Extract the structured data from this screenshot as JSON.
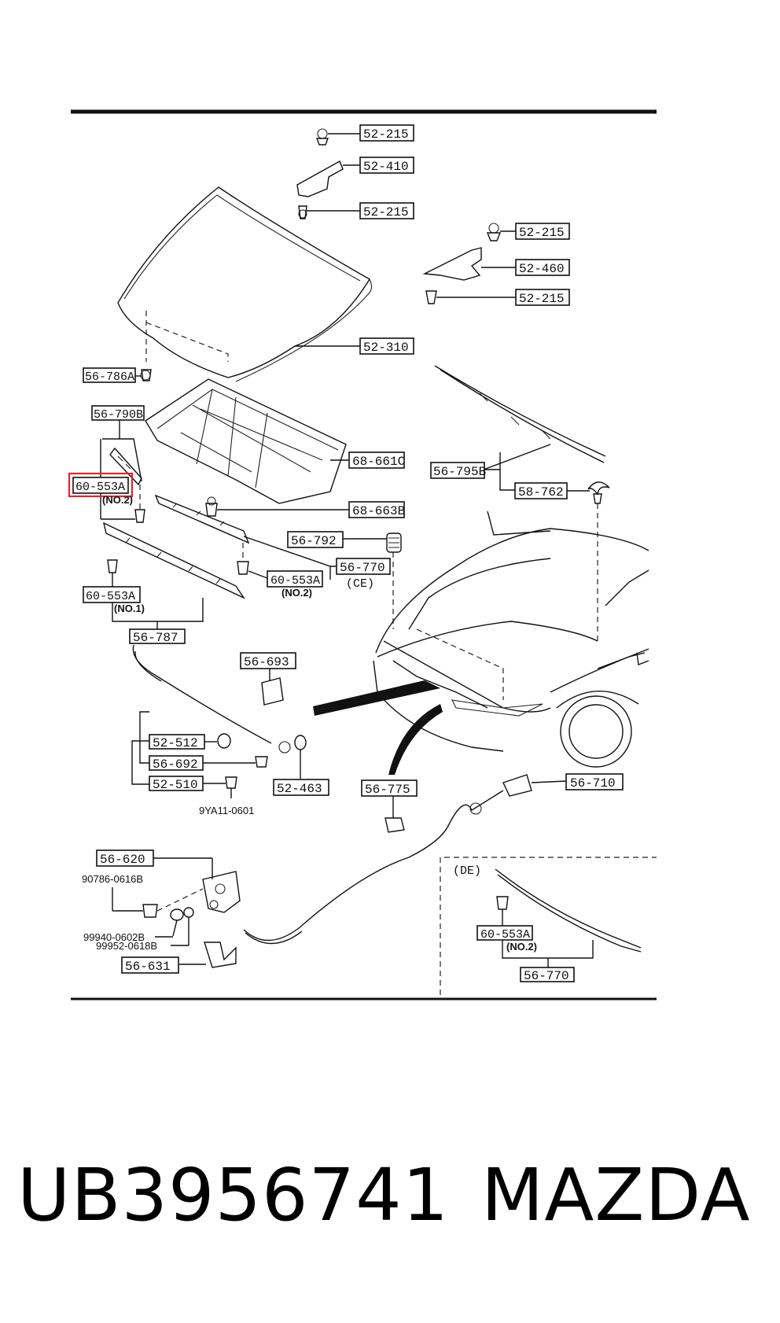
{
  "diagram": {
    "callouts": {
      "c52_215_a": "52-215",
      "c52_410": "52-410",
      "c52_215_b": "52-215",
      "c52_215_c": "52-215",
      "c52_460": "52-460",
      "c52_215_d": "52-215",
      "c52_310": "52-310",
      "c56_786A": "56-786A",
      "c56_790B": "56-790B",
      "c60_553A_hl": "60-553A",
      "c68_661C": "68-661C",
      "c68_663B": "68-663B",
      "c56_795B": "56-795B",
      "c58_762": "58-762",
      "c56_792": "56-792",
      "c56_770_a": "56-770",
      "c60_553A_b": "60-553A",
      "c60_553A_c": "60-553A",
      "c56_787": "56-787",
      "c56_693": "56-693",
      "c52_512": "52-512",
      "c56_692": "56-692",
      "c52_510": "52-510",
      "c52_463": "52-463",
      "c56_775": "56-775",
      "c56_710": "56-710",
      "c56_620": "56-620",
      "c56_631": "56-631",
      "c60_553A_d": "60-553A",
      "c56_770_b": "56-770"
    },
    "notes": {
      "no2_a": "(NO.2)",
      "no2_b": "(NO.2)",
      "no1": "(NO.1)",
      "ce": "(CE)",
      "de": "(DE)",
      "no2_c": "(NO.2)"
    },
    "part_codes": {
      "p9ya11": "9YA11-0601",
      "p90786": "90786-0616B",
      "p99940": "99940-0602B",
      "p99952": "99952-0618B"
    },
    "highlight_color": "#e0262b"
  },
  "footer": {
    "part_number": "UB3956741",
    "brand": "MAZDA"
  }
}
